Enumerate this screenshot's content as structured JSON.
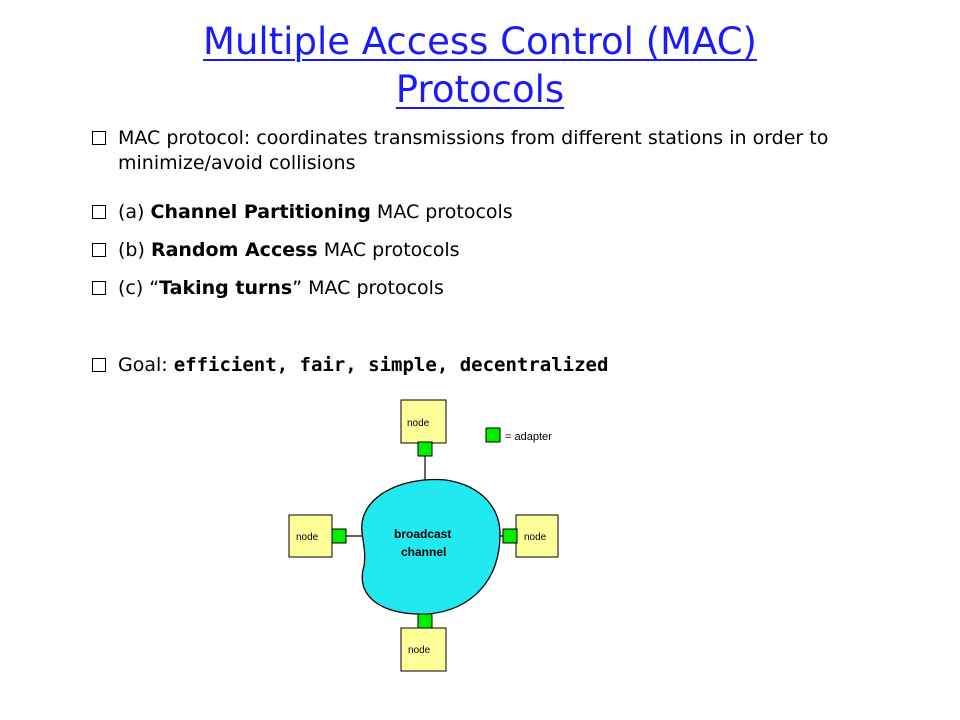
{
  "title": {
    "line1": "Multiple Access Control (MAC)",
    "line2": "Protocols"
  },
  "bullets": [
    {
      "text": "MAC protocol: coordinates transmissions from different stations in order to minimize/avoid collisions"
    },
    {
      "prefix": "(a) ",
      "bold": "Channel Partitioning",
      "suffix": " MAC protocols"
    },
    {
      "prefix": "(b) ",
      "bold": "Random Access",
      "suffix": " MAC protocols"
    },
    {
      "prefix": "(c) “",
      "bold": "Taking turns",
      "suffix": "” MAC protocols"
    },
    {
      "prefix": "Goal: ",
      "bold": "efficient, fair, simple, decentralized"
    }
  ],
  "diagram": {
    "channel_label_1": "broadcast",
    "channel_label_2": "channel",
    "node_label": "node",
    "legend_label": "= adapter",
    "colors": {
      "node_fill": "#ffff99",
      "adapter_fill": "#00ee00",
      "channel_fill": "#22e8f0",
      "title_color": "#1a1aff"
    }
  }
}
